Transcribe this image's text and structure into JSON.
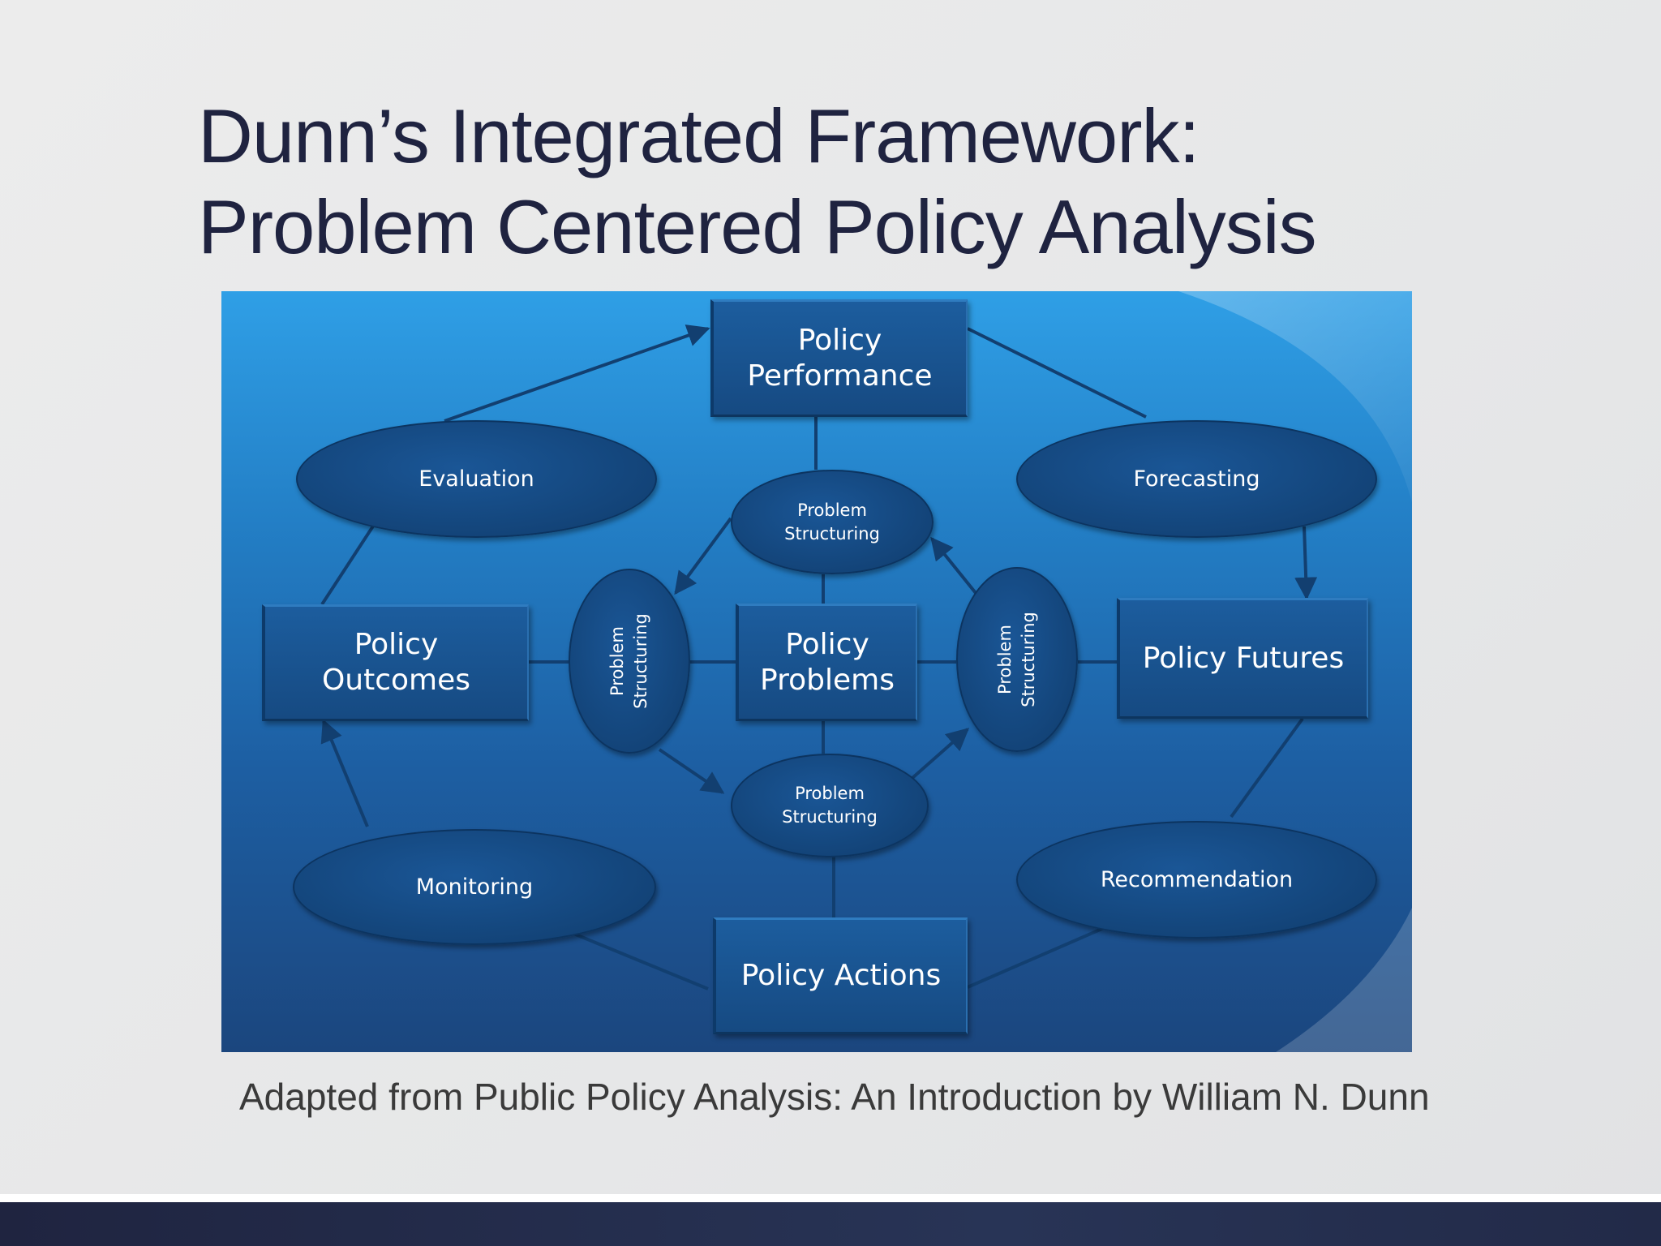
{
  "slide": {
    "title_line1": "Dunn’s Integrated Framework:",
    "title_line2": "Problem Centered Policy Analysis",
    "caption": "Adapted from Public Policy Analysis: An Introduction by William N. Dunn"
  },
  "diagram": {
    "boxes": {
      "performance": [
        "Policy",
        "Performance"
      ],
      "outcomes": [
        "Policy",
        "Outcomes"
      ],
      "problems": [
        "Policy",
        "Problems"
      ],
      "futures": "Policy Futures",
      "actions": "Policy Actions"
    },
    "methods": {
      "evaluation": "Evaluation",
      "forecasting": "Forecasting",
      "monitoring": "Monitoring",
      "recommendation": "Recommendation"
    },
    "structuring": {
      "top": [
        "Problem",
        "Structuring"
      ],
      "bottom": [
        "Problem",
        "Structuring"
      ],
      "left": [
        "Problem",
        "Structuring"
      ],
      "right": [
        "Problem",
        "Structuring"
      ]
    },
    "colors": {
      "background_top": "#2f9fe6",
      "background_bottom": "#1b467e",
      "shape_fill": "#164a82",
      "connector": "#123f70",
      "text": "#ffffff"
    }
  }
}
